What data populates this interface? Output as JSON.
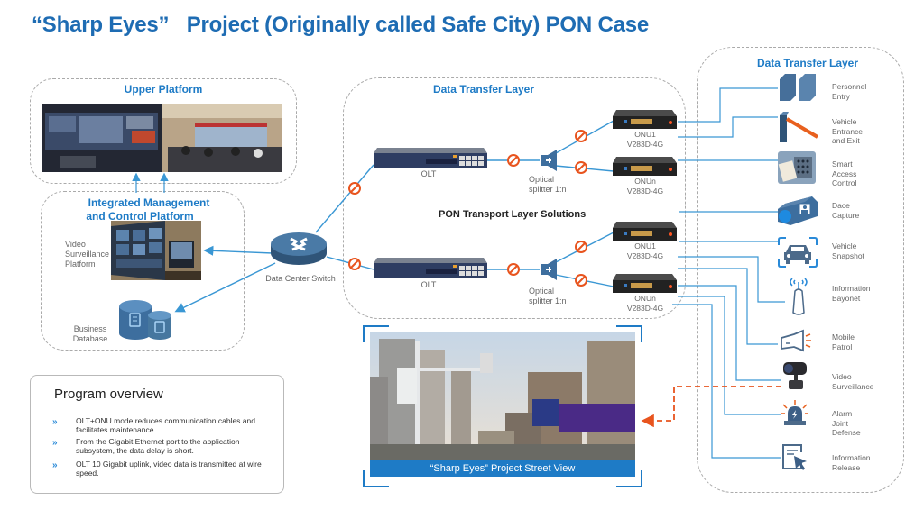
{
  "title": "“Sharp Eyes”   Project (Originally called Safe City) PON Case",
  "colors": {
    "title": "#1e6cb3",
    "section_title": "#1e7bc6",
    "wire": "#3a97d4",
    "fiber_marker": "#e8541e",
    "dashed_border": "#aaaaaa"
  },
  "upper_platform": {
    "title": "Upper Platform"
  },
  "integrated_platform": {
    "title_line1": "Integrated Management",
    "title_line2": "and Control Platform",
    "video_label": [
      "Video",
      "Surveillance",
      "Platform"
    ],
    "database_label": [
      "Business",
      "Database"
    ]
  },
  "switch": {
    "label": "Data Center Switch"
  },
  "middle_layer": {
    "title": "Data Transfer Layer",
    "center_label": "PON Transport Layer Solutions",
    "olt_top_label": "OLT",
    "olt_bottom_label": "OLT",
    "splitter_top_label": [
      "Optical",
      "splitter 1:n"
    ],
    "splitter_bottom_label": [
      "Optical",
      "splitter 1:n"
    ],
    "onus": [
      {
        "name": "ONU1",
        "model": "V283D-4G"
      },
      {
        "name": "ONUn",
        "model": "V283D-4G"
      },
      {
        "name": "ONU1",
        "model": "V283D-4G"
      },
      {
        "name": "ONUn",
        "model": "V283D-4G"
      }
    ]
  },
  "right_layer": {
    "title": "Data Transfer Layer",
    "devices": [
      {
        "icon": "turnstile-icon",
        "label": [
          "Personnel",
          "Entry"
        ]
      },
      {
        "icon": "barrier-gate-icon",
        "label": [
          "Vehicle",
          "Entrance",
          "and Exit"
        ]
      },
      {
        "icon": "card-reader-icon",
        "label": [
          "Smart",
          "Access",
          "Control"
        ]
      },
      {
        "icon": "face-camera-icon",
        "label": [
          "Dace",
          "Capture"
        ]
      },
      {
        "icon": "car-snapshot-icon",
        "label": [
          "Vehicle",
          "Snapshot"
        ]
      },
      {
        "icon": "antenna-bayonet-icon",
        "label": [
          "Information",
          "Bayonet"
        ]
      },
      {
        "icon": "megaphone-icon",
        "label": [
          "Mobile",
          "Patrol"
        ]
      },
      {
        "icon": "cctv-camera-icon",
        "label": [
          "Video",
          "Surveillance"
        ]
      },
      {
        "icon": "alarm-siren-icon",
        "label": [
          "Alarm",
          "Joint",
          "Defense"
        ]
      },
      {
        "icon": "info-release-icon",
        "label": [
          "Information",
          "Release"
        ]
      }
    ]
  },
  "street_view": {
    "caption": "“Sharp Eyes” Project Street View"
  },
  "overview": {
    "title": "Program overview",
    "items": [
      "OLT+ONU mode reduces communication cables and facilitates maintenance.",
      "From the Gigabit Ethernet port to the application subsystem, the data delay is short.",
      "OLT 10 Gigabit uplink, video data is transmitted at wire speed."
    ],
    "bullet": "»"
  }
}
